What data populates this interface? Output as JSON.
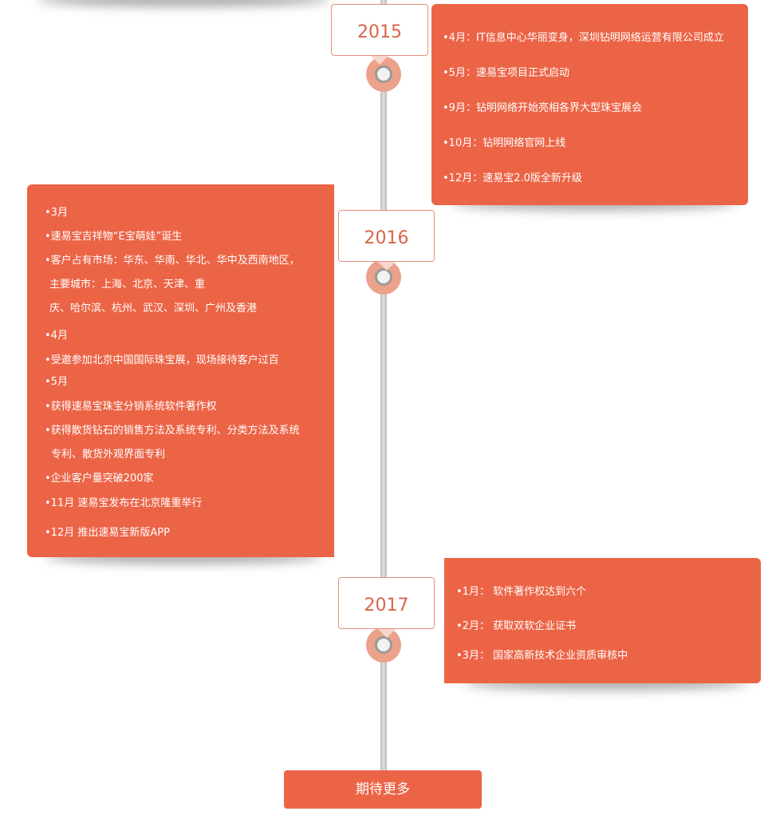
{
  "timeline": [
    {
      "year": "2015",
      "items": [
        "•4月：IT信息中心华丽变身，深圳钻明网络运营有限公司成立",
        "•5月：速易宝项目正式启动",
        "•9月：钻明网络开始亮相各界大型珠宝展会",
        "•10月：钻明网络官网上线",
        "•12月：速易宝2.0版全新升级"
      ]
    },
    {
      "year": "2016",
      "items": [
        "•3月",
        "•速易宝吉祥物“E宝萌娃”诞生",
        "•客户占有市场：华东、华南、华北、华中及西南地区，",
        "主要城市：上海、北京、天津、重",
        "庆、哈尔滨、杭州、武汉、深圳、广州及香港",
        "•4月",
        "•受邀参加北京中国国际珠宝展，现场接待客户过百",
        "•5月",
        "•获得速易宝珠宝分销系统软件著作权",
        "•获得散货钻石的销售方法及系统专利、分类方法及系统",
        "专利、散货外观界面专利",
        "•企业客户量突破200家",
        "•11月   速易宝发布在北京隆重举行",
        "•12月   推出速易宝新版APP"
      ]
    },
    {
      "year": "2017",
      "items": [
        "•1月： 软件著作权达到六个",
        "•2月： 获取双软企业证书",
        "•3月： 国家高新技术企业资质审核中"
      ]
    }
  ],
  "more_button": "期待更多",
  "colors": {
    "accent": "#ec6446"
  }
}
